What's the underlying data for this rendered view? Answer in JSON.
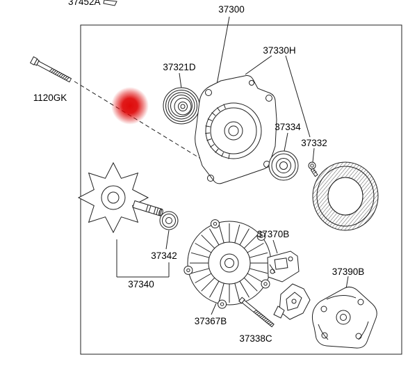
{
  "diagram": {
    "colors": {
      "background": "#ffffff",
      "line": "#1f1f1f",
      "highlight": "#dd0000"
    },
    "labels": {
      "top_partial": "37452A",
      "assembly": "37300",
      "pulley": "37321D",
      "front_bracket": "37330H",
      "front_bearing": "37334",
      "bearing_screw": "37332",
      "mount_bolt": "1120GK",
      "rear_bearing": "37342",
      "rotor": "37340",
      "brush_holder": "37370B",
      "rear_cover": "37390B",
      "rear_bracket": "37367B",
      "through_bolt": "37338C"
    }
  }
}
